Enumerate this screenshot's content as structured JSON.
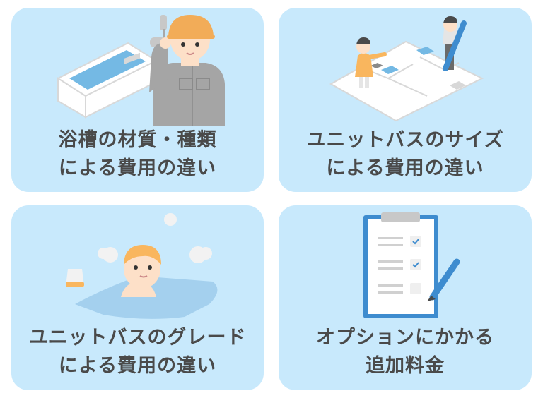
{
  "colors": {
    "card_bg": "#c8e9fc",
    "text": "#4a4a4a",
    "accent_blue": "#3e8ccf",
    "helmet_orange": "#f2ac58"
  },
  "cards": [
    {
      "illustration": "worker-with-bathtub-illustration",
      "title_line1": "浴槽の材質・種類",
      "title_line2": "による費用の違い"
    },
    {
      "illustration": "people-on-floor-plan-illustration",
      "title_line1": "ユニットバスのサイズ",
      "title_line2": "による費用の違い"
    },
    {
      "illustration": "person-bathing-illustration",
      "title_line1": "ユニットバスのグレード",
      "title_line2": "による費用の違い"
    },
    {
      "illustration": "checklist-clipboard-illustration",
      "title_line1": "オプションにかかる",
      "title_line2": "追加料金"
    }
  ]
}
